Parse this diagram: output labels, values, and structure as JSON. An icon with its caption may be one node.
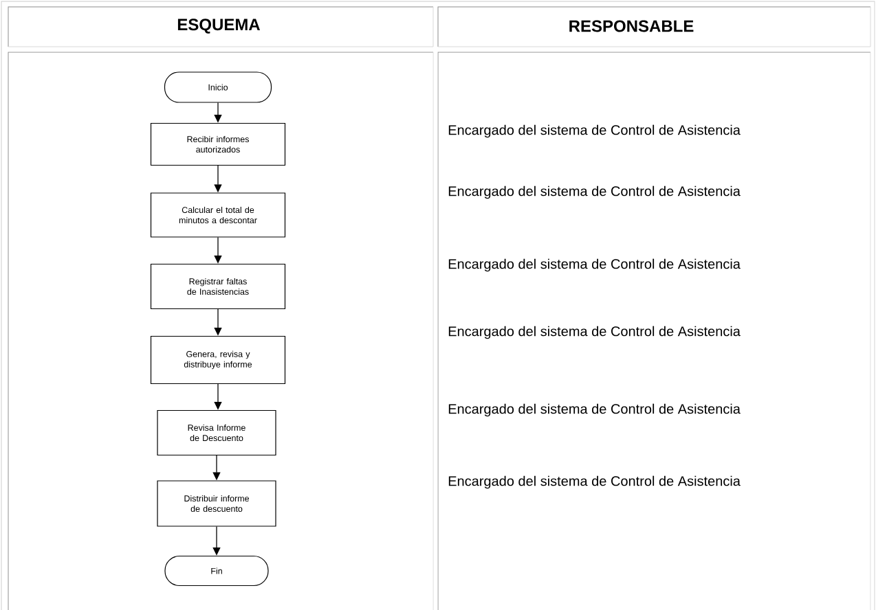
{
  "diagram": {
    "nodes": [
      {
        "text": [
          "Inicio"
        ]
      },
      {
        "text": [
          "Recibir informes autorizados"
        ]
      },
      {
        "text": [
          "Calcular el total de minutos a descontar"
        ]
      },
      {
        "text": [
          "Registrar faltas de Inasistencias"
        ]
      },
      {
        "text": [
          "Genera, revisa y distribuye informe"
        ]
      },
      {
        "text": [
          "Revisa Informe de Descuento"
        ]
      },
      {
        "text": [
          "Distribuir informe de descuento"
        ]
      },
      {
        "text": [
          "Fin"
        ]
      }
    ],
    "edges": [
      {
        "from": 0,
        "to": 1,
        "arrow": "to"
      },
      {
        "from": 1,
        "to": 2,
        "arrow": "to"
      },
      {
        "from": 2,
        "to": 3,
        "arrow": "to"
      },
      {
        "from": 3,
        "to": 4,
        "arrow": "to"
      },
      {
        "from": 4,
        "to": 5,
        "arrow": "to"
      },
      {
        "from": 5,
        "to": 6,
        "arrow": "to"
      },
      {
        "from": 6,
        "to": 7,
        "arrow": "to"
      }
    ],
    "labels": [
      "ESQUEMA",
      "RESPONSABLE",
      "Encargado del sistema de Control de Asistencia",
      "Encargado del sistema de Control de Asistencia",
      "Encargado del sistema de Control de Asistencia",
      "Encargado del sistema de Control de Asistencia",
      "Encargado del sistema de Control de Asistencia",
      "Encargado del sistema de Control de Asistencia"
    ]
  }
}
